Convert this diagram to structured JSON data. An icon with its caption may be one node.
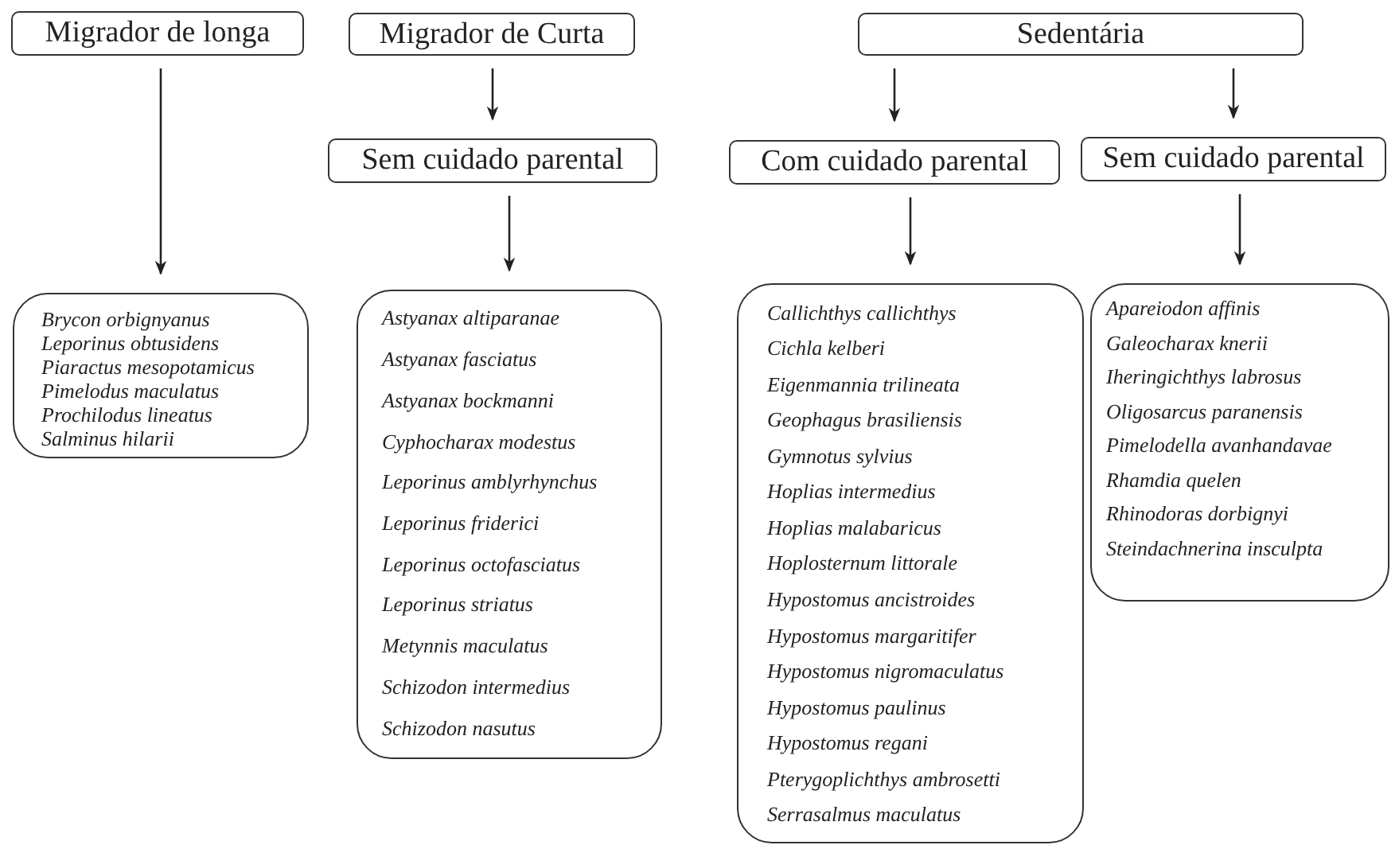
{
  "diagram": {
    "nodes": [
      {
        "text": [
          "Migrador de longa"
        ]
      },
      {
        "text": [
          "Migrador de Curta"
        ]
      },
      {
        "text": [
          "Sedentária"
        ]
      },
      {
        "text": [
          "Sem cuidado parental"
        ]
      },
      {
        "text": [
          "Com cuidado parental"
        ]
      },
      {
        "text": [
          "Sem cuidado parental"
        ]
      },
      {
        "text": [
          "Brycon orbignyanus",
          "Leporinus obtusidens",
          "Piaractus mesopotamicus",
          "Pimelodus maculatus",
          "Prochilodus lineatus",
          "Salminus hilarii"
        ]
      },
      {
        "text": [
          "Astyanax altiparanae",
          "Astyanax fasciatus",
          "Astyanax bockmanni",
          "Cyphocharax modestus",
          "Leporinus amblyrhynchus",
          "Leporinus friderici",
          "Leporinus octofasciatus",
          "Leporinus striatus",
          "Metynnis maculatus",
          "Schizodon intermedius",
          "Schizodon nasutus"
        ]
      },
      {
        "text": [
          "Callichthys callichthys",
          "Cichla kelberi",
          "Eigenmannia trilineata",
          "Geophagus brasiliensis",
          "Gymnotus sylvius",
          "Hoplias intermedius",
          "Hoplias malabaricus",
          "Hoplosternum littorale",
          "Hypostomus ancistroides",
          "Hypostomus margaritifer",
          "Hypostomus nigromaculatus",
          "Hypostomus paulinus",
          "Hypostomus regani",
          "Pterygoplichthys ambrosetti",
          "Serrasalmus maculatus"
        ]
      },
      {
        "text": [
          "Apareiodon affinis",
          "Galeocharax knerii",
          "Iheringichthys labrosus",
          "Oligosarcus paranensis",
          "Pimelodella avanhandavae",
          "Rhamdia quelen",
          "Rhinodoras dorbignyi",
          "Steindachnerina insculpta"
        ]
      }
    ],
    "edges": [
      {
        "from": 0,
        "to": 6,
        "arrow": "to"
      },
      {
        "from": 1,
        "to": 3,
        "arrow": "to"
      },
      {
        "from": 2,
        "to": 4,
        "arrow": "to"
      },
      {
        "from": 2,
        "to": 5,
        "arrow": "to"
      },
      {
        "from": 3,
        "to": 7,
        "arrow": "to"
      },
      {
        "from": 4,
        "to": 8,
        "arrow": "to"
      },
      {
        "from": 5,
        "to": 9,
        "arrow": "to"
      }
    ]
  }
}
